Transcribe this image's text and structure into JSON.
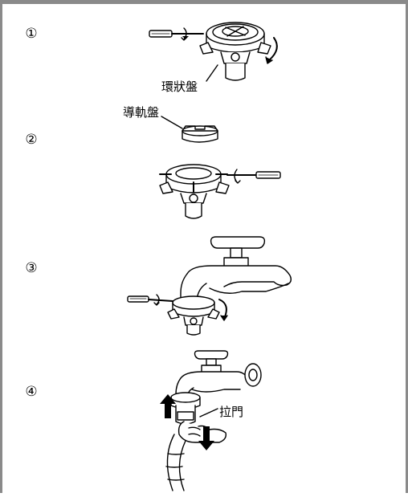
{
  "steps": [
    {
      "number": "①",
      "label": "環狀盤"
    },
    {
      "number": "②",
      "label": "導軌盤"
    },
    {
      "number": "③",
      "label": ""
    },
    {
      "number": "④",
      "label": "拉門"
    }
  ]
}
